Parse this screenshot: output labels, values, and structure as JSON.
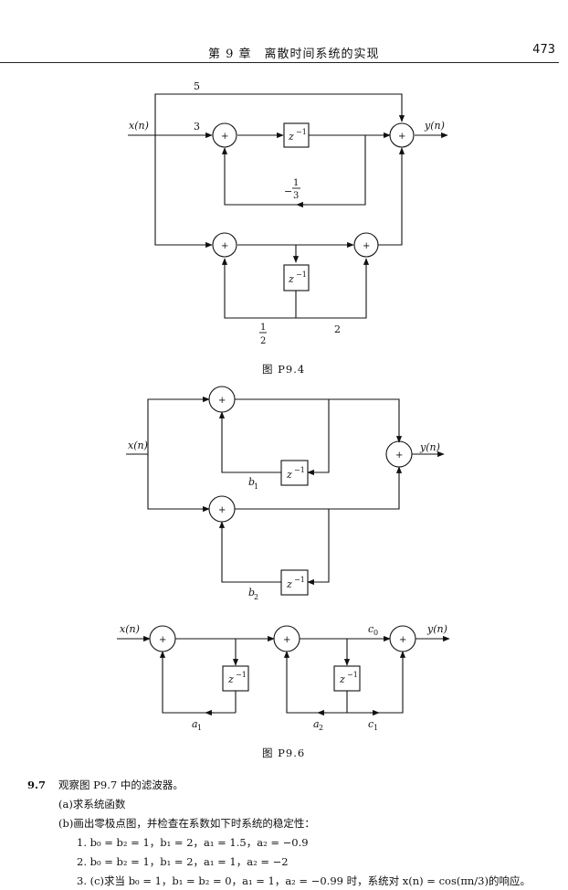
{
  "header": {
    "chapter": "第 9 章　离散时间系统的实现",
    "page_number": "473"
  },
  "fig94": {
    "caption": "图 P9.4",
    "input": "x(n)",
    "output": "y(n)",
    "gain_bypass": "5",
    "gain_input": "3",
    "feedback_num": "1",
    "feedback_den": "3",
    "feedback_sign": "−",
    "gain_half_num": "1",
    "gain_half_den": "2",
    "gain_two": "2",
    "delay_base": "z",
    "delay_exp": "−1",
    "adder": "+"
  },
  "fig96": {
    "caption": "图 P9.6",
    "top_input": "x(n)",
    "top_output": "y(n)",
    "b1": "b",
    "b1_sub": "1",
    "b2": "b",
    "b2_sub": "2",
    "bot_input": "x(n)",
    "bot_output": "y(n)",
    "c0": "c",
    "c0_sub": "0",
    "c1": "c",
    "c1_sub": "1",
    "a1": "a",
    "a1_sub": "1",
    "a2": "a",
    "a2_sub": "2",
    "delay_base": "z",
    "delay_exp": "−1",
    "adder": "+"
  },
  "problem": {
    "number": "9.7",
    "statement": "观察图 P9.7 中的滤波器。",
    "part_a": "(a)求系统函数",
    "part_b": "(b)画出零极点图，并检查在系数如下时系统的稳定性：",
    "case1": "1. b₀ = b₂ = 1，b₁ = 2，a₁ = 1.5，a₂ = −0.9",
    "case2": "2. b₀ = b₂ = 1，b₁ = 2，a₁ = 1，a₂ = −2",
    "case3": "3. (c)求当 b₀ = 1，b₁ = b₂ = 0，a₁ = 1，a₂ = −0.99 时，系统对 x(n) = cos(πn/3)的响应。"
  }
}
